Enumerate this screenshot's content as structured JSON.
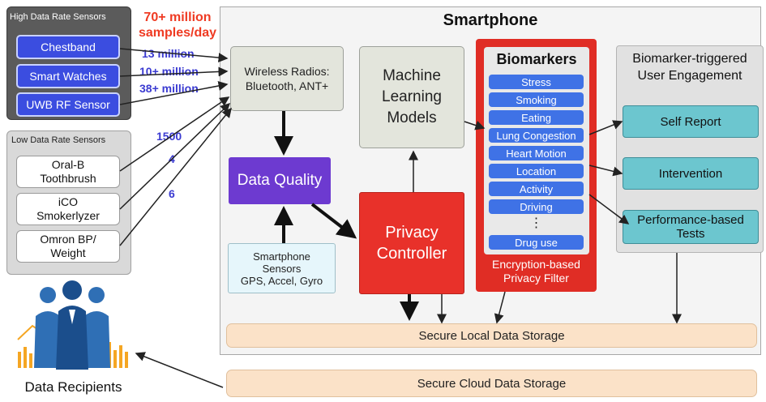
{
  "high_rate": {
    "title": "High Data Rate Sensors",
    "items": [
      "Chestband",
      "Smart Watches",
      "UWB RF Sensor"
    ],
    "rates": [
      "13 million",
      "10+ million",
      "38+ million"
    ],
    "total": "70+ million\nsamples/day"
  },
  "low_rate": {
    "title": "Low Data Rate Sensors",
    "items": [
      "Oral-B\nToothbrush",
      "iCO\nSmokerlyzer",
      "Omron BP/\nWeight"
    ],
    "rates": [
      "1500",
      "4",
      "6"
    ]
  },
  "smartphone": {
    "title": "Smartphone",
    "wireless": "Wireless Radios:\nBluetooth, ANT+",
    "data_quality": "Data Quality",
    "phone_sensors": "Smartphone\nSensors\nGPS, Accel, Gyro",
    "ml_models": "Machine\nLearning\nModels",
    "privacy_controller": "Privacy\nController",
    "biomarkers_title": "Biomarkers",
    "biomarkers": [
      "Stress",
      "Smoking",
      "Eating",
      "Lung Congestion",
      "Heart Motion",
      "Location",
      "Activity",
      "Driving",
      "Drug use"
    ],
    "biomarker_ellipsis": "⋮",
    "privacy_filter": "Encryption-based\nPrivacy Filter",
    "engagement_title": "Biomarker-triggered\nUser Engagement",
    "engagement_items": [
      "Self Report",
      "Intervention",
      "Performance-based\nTests"
    ],
    "local_storage": "Secure Local Data Storage"
  },
  "cloud_storage": "Secure Cloud Data Storage",
  "recipients_label": "Data Recipients",
  "colors": {
    "blue_button": "#3b4de0",
    "rate_text": "#3b3bd1",
    "red_accent": "#ef3a22",
    "purple": "#6d3ad0",
    "pill": "#3f72e6",
    "teal": "#6cc6cf",
    "storage": "#fbe2c8"
  }
}
